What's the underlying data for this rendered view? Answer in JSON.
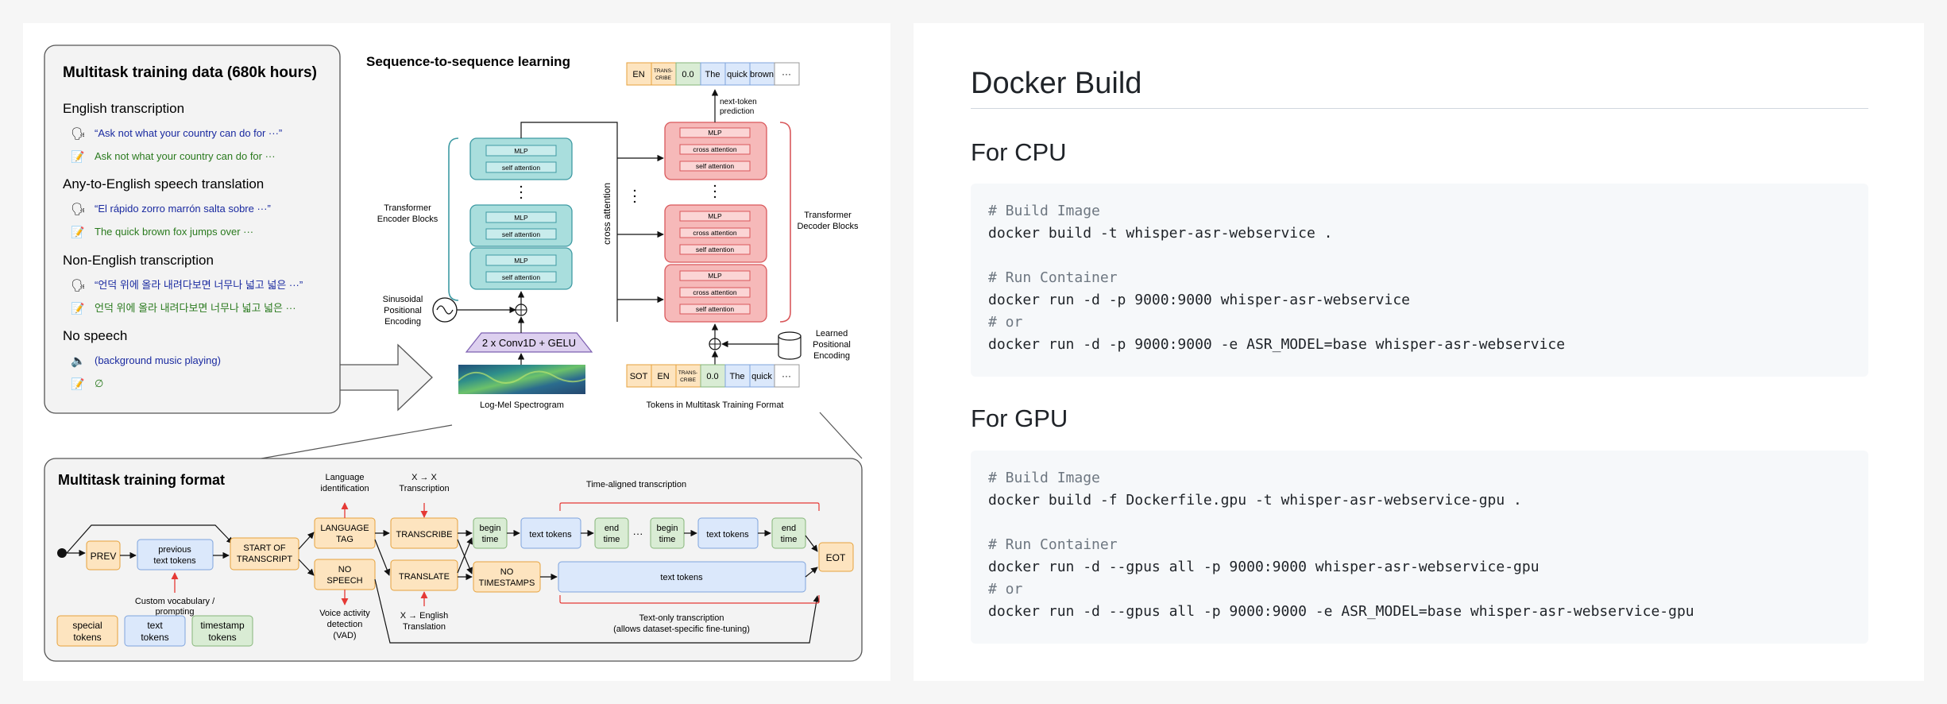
{
  "diagram": {
    "data_box": {
      "title": "Multitask training data (680k hours)",
      "sections": [
        {
          "heading": "English transcription",
          "audio_text": "“Ask not what your country can do for ···”",
          "text": "Ask not what your country can do for ···"
        },
        {
          "heading": "Any-to-English speech translation",
          "audio_text": "“El rápido zorro marrón salta sobre ···”",
          "text": "The quick brown fox jumps over ···"
        },
        {
          "heading": "Non-English transcription",
          "audio_text": "“언덕 위에 올라 내려다보면 너무나 넓고 넓은 ···”",
          "text": "언덕 위에 올라 내려다보면 너무나 넓고 넓은 ···"
        },
        {
          "heading": "No speech",
          "audio_text": "(background music playing)",
          "text": "∅"
        }
      ]
    },
    "seq2seq": {
      "title": "Sequence-to-sequence learning",
      "encoder_label": [
        "Transformer",
        "Encoder Blocks"
      ],
      "decoder_label": [
        "Transformer",
        "Decoder Blocks"
      ],
      "mlp": "MLP",
      "self_attention": "self attention",
      "cross_attention_block": "cross attention",
      "cross_attention_side": "cross attention",
      "conv": "2 x Conv1D + GELU",
      "sinusoidal": [
        "Sinusoidal",
        "Positional",
        "Encoding"
      ],
      "learned": [
        "Learned",
        "Positional",
        "Encoding"
      ],
      "spectrogram_label": "Log-Mel Spectrogram",
      "tokens_label": "Tokens in Multitask Training Format",
      "next_token": [
        "next-token",
        "prediction"
      ],
      "output_tokens": [
        "EN",
        "TRANS-CRIBE",
        "0.0",
        "The",
        "quick",
        "brown",
        "···"
      ],
      "input_tokens": [
        "SOT",
        "EN",
        "TRANS-CRIBE",
        "0.0",
        "The",
        "quick",
        "···"
      ]
    },
    "format": {
      "title": "Multitask training format",
      "prev": "PREV",
      "previous_tokens": [
        "previous",
        "text tokens"
      ],
      "start_transcript": [
        "START OF",
        "TRANSCRIPT"
      ],
      "language_tag": [
        "LANGUAGE",
        "TAG"
      ],
      "no_speech": [
        "NO",
        "SPEECH"
      ],
      "transcribe": "TRANSCRIBE",
      "translate": "TRANSLATE",
      "begin_time": [
        "begin",
        "time"
      ],
      "end_time": [
        "end",
        "time"
      ],
      "text_tokens": "text tokens",
      "no_timestamps": [
        "NO",
        "TIMESTAMPS"
      ],
      "eot": "EOT",
      "ellipsis": "···",
      "language_identification": [
        "Language",
        "identification"
      ],
      "x_to_x": [
        "X → X",
        "Transcription"
      ],
      "x_to_english": [
        "X → English",
        "Translation"
      ],
      "vad": [
        "Voice activity",
        "detection",
        "(VAD)"
      ],
      "custom_vocab": [
        "Custom vocabulary /",
        "prompting"
      ],
      "time_aligned": "Time-aligned transcription",
      "text_only": [
        "Text-only transcription",
        "(allows dataset-specific fine-tuning)"
      ],
      "legend": [
        {
          "label": [
            "special",
            "tokens"
          ],
          "color": "#fde4bf"
        },
        {
          "label": [
            "text",
            "tokens"
          ],
          "color": "#dbe8fb"
        },
        {
          "label": [
            "timestamp",
            "tokens"
          ],
          "color": "#d9ecd4"
        }
      ]
    },
    "colors": {
      "orange": "#fde4bf",
      "orange_border": "#e6a23c",
      "blue": "#dbe8fb",
      "blue_border": "#7fa4dd",
      "green": "#d9ecd4",
      "green_border": "#86b67a",
      "teal": "#a9dedd",
      "teal_border": "#3e9aa3",
      "pink": "#f6b9b9",
      "pink_border": "#d9585b",
      "audio_text": "#1a2aa0",
      "plain_text": "#2a7a1e",
      "callout_red": "#e53935"
    }
  },
  "docs": {
    "title": "Docker Build",
    "sections": [
      {
        "heading": "For CPU",
        "lines": [
          {
            "text": "# Build Image",
            "comment": true
          },
          {
            "text": "docker build -t whisper-asr-webservice .",
            "comment": false
          },
          {
            "text": "",
            "comment": false
          },
          {
            "text": "# Run Container",
            "comment": true
          },
          {
            "text": "docker run -d -p 9000:9000 whisper-asr-webservice",
            "comment": false
          },
          {
            "text": "# or",
            "comment": true
          },
          {
            "text": "docker run -d -p 9000:9000 -e ASR_MODEL=base whisper-asr-webservice",
            "comment": false
          }
        ]
      },
      {
        "heading": "For GPU",
        "lines": [
          {
            "text": "# Build Image",
            "comment": true
          },
          {
            "text": "docker build -f Dockerfile.gpu -t whisper-asr-webservice-gpu .",
            "comment": false
          },
          {
            "text": "",
            "comment": false
          },
          {
            "text": "# Run Container",
            "comment": true
          },
          {
            "text": "docker run -d --gpus all -p 9000:9000 whisper-asr-webservice-gpu",
            "comment": false
          },
          {
            "text": "# or",
            "comment": true
          },
          {
            "text": "docker run -d --gpus all -p 9000:9000 -e ASR_MODEL=base whisper-asr-webservice-gpu",
            "comment": false
          }
        ]
      }
    ]
  }
}
